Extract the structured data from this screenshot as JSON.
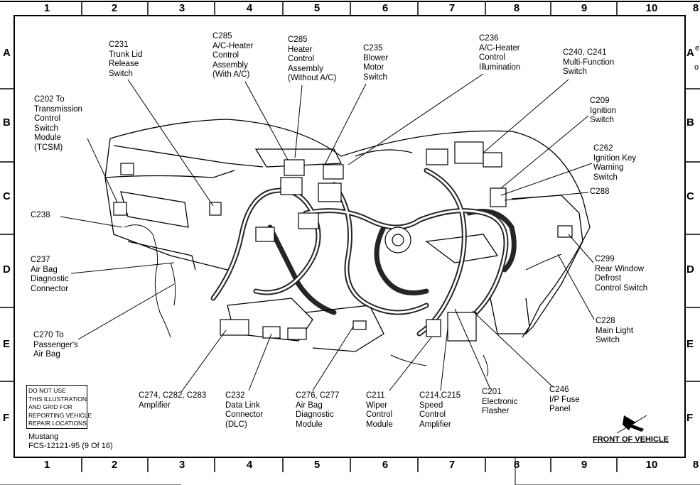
{
  "columns": [
    "1",
    "2",
    "3",
    "4",
    "5",
    "6",
    "7",
    "8",
    "9",
    "10"
  ],
  "rows": [
    "A",
    "B",
    "C",
    "D",
    "E",
    "F"
  ],
  "right_edge_fragments": {
    "top_digit": "8",
    "row_A_suffix": "e",
    "o": "o"
  },
  "labels": {
    "c231": "C231\nTrunk Lid\nRelease\nSwitch",
    "c285_ac": "C285\nA/C-Heater\nControl\nAssembly\n(With A/C)",
    "c285_noac": "C285\nHeater\nControl\nAssembly\n(Without A/C)",
    "c235": "C235\nBlower\nMotor\nSwitch",
    "c236": "C236\nA/C-Heater\nControl\nIllumination",
    "c240": "C240, C241\nMulti-Function\nSwitch",
    "c202": "C202 To\nTransmission\nControl\nSwitch\nModule\n(TCSM)",
    "c209": "C209\nIgnition\nSwitch",
    "c262": "C262\nIgnition Key\nWarning\nSwitch",
    "c288": "C288",
    "c238": "C238",
    "c237": "C237\nAir Bag\nDiagnostic\nConnector",
    "c299": "C299\nRear Window\nDefrost\nControl Switch",
    "c228": "C228\nMain Light\nSwitch",
    "c270": "C270 To\nPassenger's\nAir Bag",
    "c274": "C274, C282, C283\nAmplifier",
    "c232": "C232\nData Link\nConnector\n(DLC)",
    "c276": "C276, C277\nAir Bag\nDiagnostic\nModule",
    "c211": "C211\nWiper\nControl\nModule",
    "c214": "C214,C215\nSpeed\nControl\nAmplifier",
    "c201": "C201\nElectronic\nFlasher",
    "c246": "C246\nI/P Fuse\nPanel"
  },
  "notice": "DO NOT USE\nTHIS ILLUSTRATION\nAND GRID FOR\nREPORTING VEHICLE\nREPAIR LOCATIONS",
  "footer": {
    "model": "Mustang",
    "code": "FCS-12121-95 (9 Of 16)"
  },
  "front_of_vehicle": "FRONT OF VEHICLE"
}
